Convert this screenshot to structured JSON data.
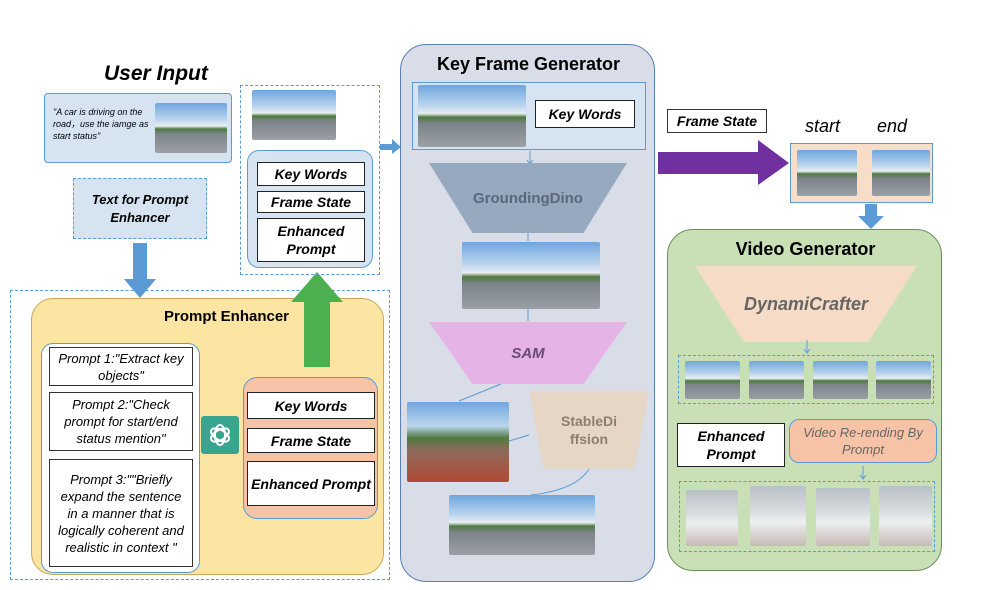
{
  "user_input": {
    "title": "User Input",
    "text": "\"A car is driving on the road，use the iamge as start status\""
  },
  "text_for_prompt_enhancer": "Text for Prompt Enhancer",
  "output_panel": {
    "key_words": "Key Words",
    "frame_state": "Frame State",
    "enhanced_prompt": "Enhanced Prompt"
  },
  "prompt_enhancer": {
    "title": "Prompt Enhancer",
    "prompt1": "Prompt 1:\"Extract key objects\"",
    "prompt2": "Prompt 2:\"Check prompt for start/end status mention\"",
    "prompt3": "Prompt 3:\"\"Briefly expand the sentence in a manner that is logically coherent and realistic in context \"",
    "key_words": "Key Words",
    "frame_state": "Frame State",
    "enhanced_prompt": "Enhanced Prompt"
  },
  "key_frame_generator": {
    "title": "Key Frame Generator",
    "key_words": "Key Words",
    "grounding_dino": "GroundingDino",
    "sam": "SAM",
    "stable_diffusion": "StableDi ffsion"
  },
  "frame_state": {
    "label": "Frame State",
    "start": "start",
    "end": "end"
  },
  "video_generator": {
    "title": "Video Generator",
    "dynamicrafter": "DynamiCrafter",
    "enhanced_prompt": "Enhanced Prompt",
    "rerending": "Video Re-rending By Prompt"
  },
  "colors": {
    "blue_arrow": "#5b9bd5",
    "green_arrow": "#4caf50",
    "purple_arrow": "#7030a0",
    "prompt_enhancer_bg": "#fce4a3",
    "key_frame_bg": "#d9dde8",
    "video_gen_bg": "#c9e0b6"
  }
}
